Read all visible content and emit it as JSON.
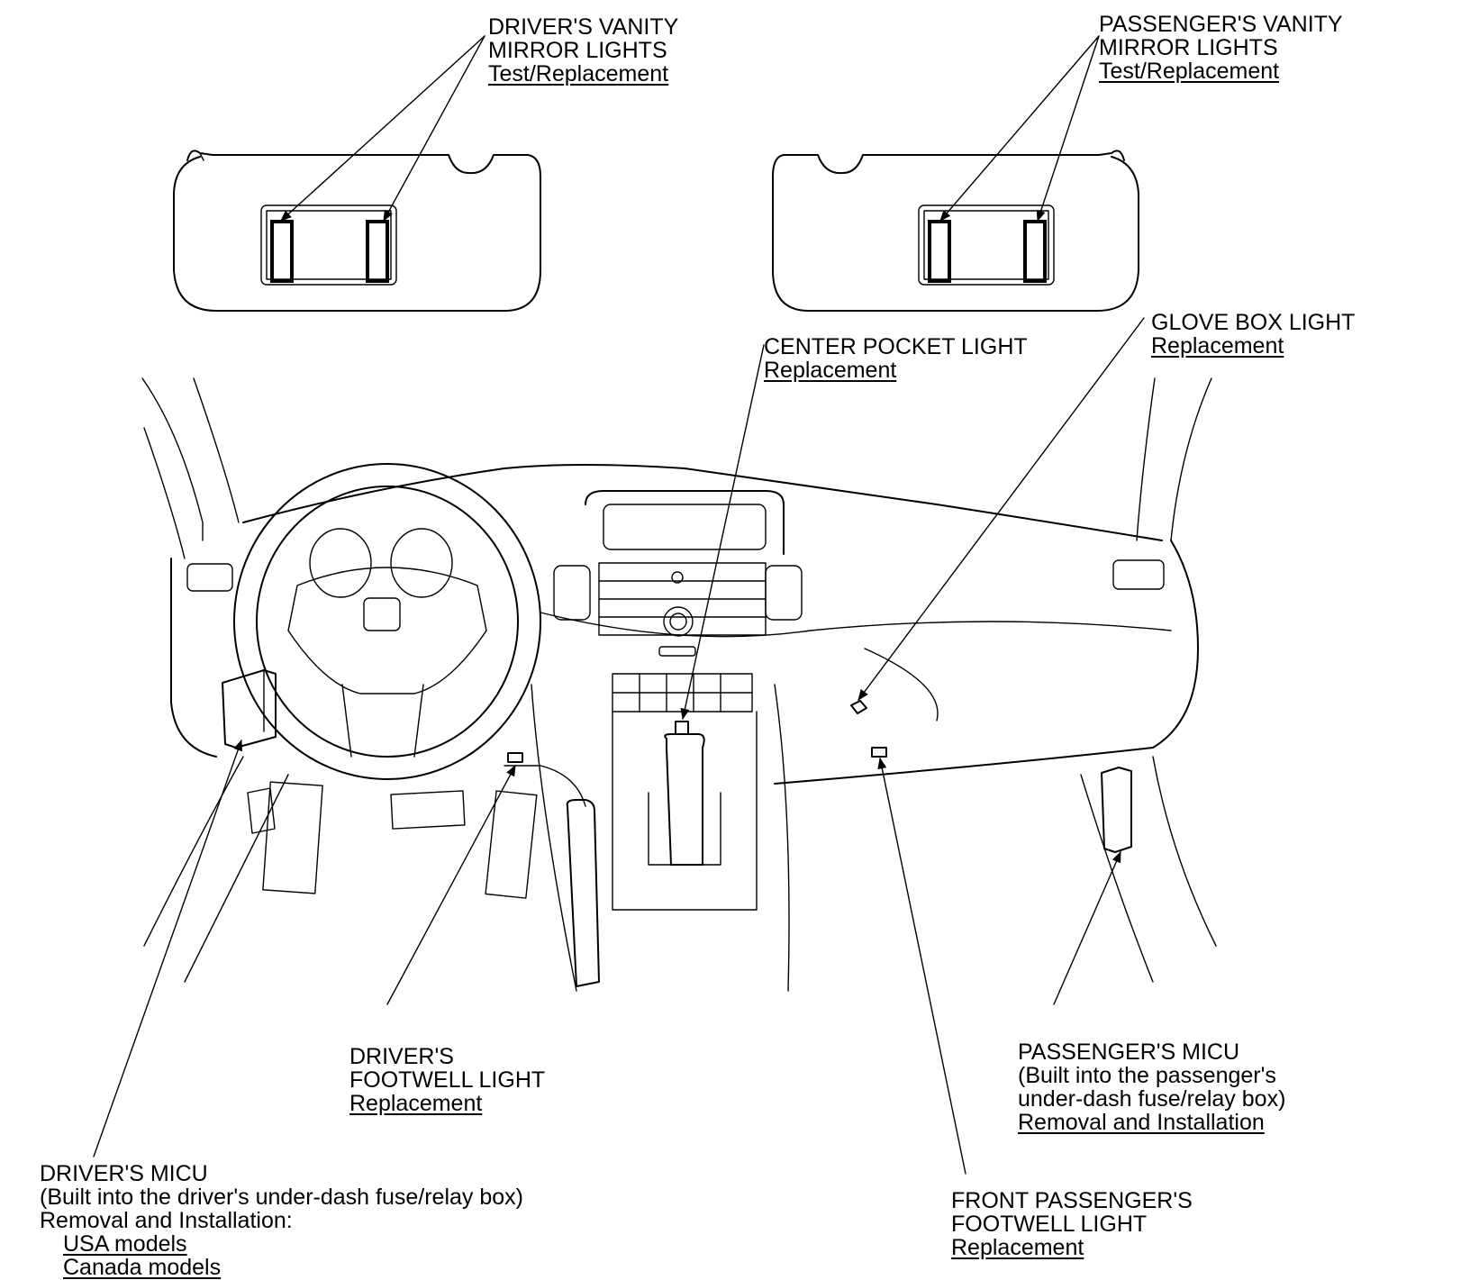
{
  "callouts": {
    "driver_vanity": {
      "lines": [
        "DRIVER'S VANITY",
        "MIRROR LIGHTS"
      ],
      "link": "Test/Replacement"
    },
    "passenger_vanity": {
      "lines": [
        "PASSENGER'S VANITY",
        "MIRROR LIGHTS"
      ],
      "link": "Test/Replacement"
    },
    "center_pocket": {
      "lines": [
        "CENTER POCKET LIGHT"
      ],
      "link": "Replacement"
    },
    "glove_box": {
      "lines": [
        "GLOVE BOX LIGHT"
      ],
      "link": "Replacement"
    },
    "driver_footwell": {
      "lines": [
        "DRIVER'S",
        "FOOTWELL LIGHT"
      ],
      "link": "Replacement"
    },
    "passenger_micu": {
      "lines": [
        "PASSENGER'S MICU",
        "(Built into the passenger's",
        "under-dash fuse/relay box)"
      ],
      "link": "Removal and Installation"
    },
    "driver_micu": {
      "lines": [
        "DRIVER'S MICU",
        "(Built into the driver's under-dash fuse/relay box)",
        "Removal and Installation:"
      ],
      "links": [
        "USA models",
        "Canada models"
      ]
    },
    "front_passenger_footwell": {
      "lines": [
        "FRONT PASSENGER'S",
        "FOOTWELL LIGHT"
      ],
      "link": "Replacement"
    }
  },
  "colors": {
    "ink": "#000000",
    "background": "#ffffff"
  }
}
